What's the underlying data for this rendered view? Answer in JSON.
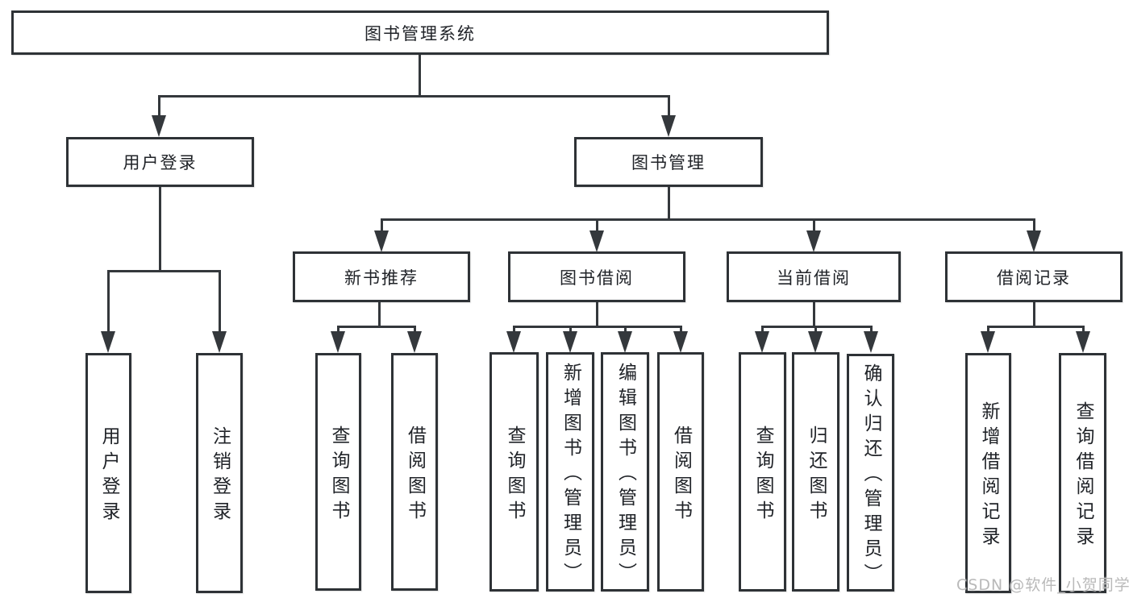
{
  "colors": {
    "background": "#ffffff",
    "box_border": "#2e3236",
    "connector_line": "#34383c",
    "text": "#202328",
    "watermark_text": "#b9b9b9"
  },
  "diagram": {
    "title": "图书管理系统",
    "level2": {
      "user_login": "用户登录",
      "book_management": "图书管理"
    },
    "level3": {
      "new_book_recommend": "新书推荐",
      "book_borrowing": "图书借阅",
      "current_borrowing": "当前借阅",
      "borrowing_records": "借阅记录"
    },
    "leaves": {
      "user_login": "用户登录",
      "logout": "注销登录",
      "recommend_query_books": "查询图书",
      "recommend_borrow_books": "借阅图书",
      "borrowing_query_books": "查询图书",
      "borrowing_add_books": "新增图书（管理员）",
      "borrowing_edit_books": "编辑图书（管理员）",
      "borrowing_borrow_books": "借阅图书",
      "current_query_books": "查询图书",
      "current_return_books": "归还图书",
      "current_confirm_return": "确认归还（管理员）",
      "records_add_record": "新增借阅记录",
      "records_query_record": "查询借阅记录"
    },
    "watermark": "CSDN @软件_小贺同学"
  }
}
